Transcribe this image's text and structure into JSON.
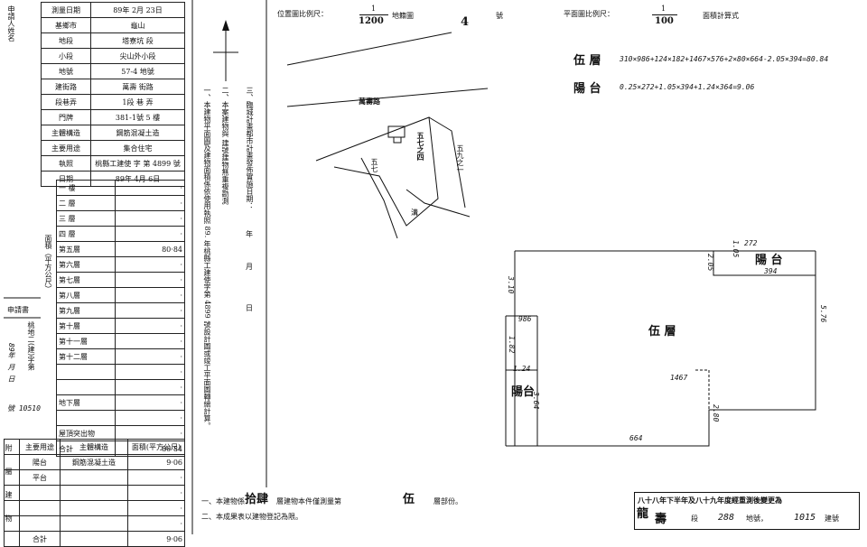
{
  "left_table": {
    "applicant_label": "申請人姓名",
    "rows": [
      {
        "label": "測量日期",
        "value": "89年 2月 23日"
      },
      {
        "label": "基鄉市",
        "value": "龜山"
      },
      {
        "label": "地段",
        "value": "塔寮坑 段"
      },
      {
        "label": "小段",
        "value": "尖山外小段"
      },
      {
        "label": "地號",
        "value": "57-4 地號"
      },
      {
        "label": "建街路",
        "value": "萬壽 街路"
      },
      {
        "label": "段巷弄",
        "value": "1段 巷 弄"
      },
      {
        "label": "門牌",
        "value": "381-1號 5 樓"
      },
      {
        "label": "主體構造",
        "value": "鋼筋混凝土造"
      },
      {
        "label": "主要用途",
        "value": "集合住宅"
      },
      {
        "label": "執照",
        "value": "桃縣工建使 字 第 4899 號"
      },
      {
        "label": "日期",
        "value": "89年 4月 6日"
      }
    ],
    "floors": [
      {
        "label": "一 樓",
        "value": "·"
      },
      {
        "label": "二 層",
        "value": "·"
      },
      {
        "label": "三 層",
        "value": "·"
      },
      {
        "label": "四 層",
        "value": "·"
      },
      {
        "label": "第五層",
        "value": "80·84"
      },
      {
        "label": "第六層",
        "value": "·"
      },
      {
        "label": "第七層",
        "value": "·"
      },
      {
        "label": "第八層",
        "value": "·"
      },
      {
        "label": "第九層",
        "value": "·"
      },
      {
        "label": "第十層",
        "value": "·"
      },
      {
        "label": "第十一層",
        "value": "·"
      },
      {
        "label": "第十二層",
        "value": "·"
      },
      {
        "label": "",
        "value": "·"
      },
      {
        "label": "",
        "value": "·"
      },
      {
        "label": "地下層",
        "value": "·"
      },
      {
        "label": "",
        "value": "·"
      },
      {
        "label": "屋頂突出物",
        "value": "·"
      },
      {
        "label": "合計",
        "value": "80·84"
      }
    ],
    "area_label": "面積（平方公尺）",
    "side_left_texts": [
      "申請書",
      "桃地二(建)字第",
      "89年 月 日",
      "號 10510"
    ],
    "appendage_header": [
      "主要用途",
      "主體構造",
      "面積(平方公尺)"
    ],
    "appendages": [
      {
        "use": "陽台",
        "structure": "鋼筋混凝土造",
        "area": "9·06"
      },
      {
        "use": "平台",
        "structure": "",
        "area": "·"
      },
      {
        "use": "",
        "structure": "",
        "area": "·"
      },
      {
        "use": "",
        "structure": "",
        "area": "·"
      },
      {
        "use": "",
        "structure": "",
        "area": "·"
      }
    ],
    "appendage_total_label": "合計",
    "appendage_total": "9·06",
    "side_label": "附屬建物"
  },
  "notes": {
    "note1": "一、本建物平面圖及建物面積係依使用執照 89. 年桃縣工建使字第 4899 號設計圖或竣工平面圖轉繪計算。",
    "note2": "二、本案建物與 建號建物無重複勘測",
    "note3": "三、臨城計畫都市計畫發佈實施日期：",
    "date_fields": [
      "年",
      "月",
      "日"
    ]
  },
  "header": {
    "location_scale_label": "位置圖比例尺：",
    "location_scale_num": "1",
    "location_scale_den": "1200",
    "map_sheet_label": "地籍圖",
    "map_sheet_no": "4",
    "map_sheet_suffix": "號",
    "plan_scale_label": "平面圖比例尺：",
    "plan_scale_num": "1",
    "plan_scale_den": "100",
    "area_calc_label": "面積計算式"
  },
  "calc": [
    {
      "label": "伍 層",
      "formula": "310×986+124×182+1467×576+2×80×664-2.05×394=80.84"
    },
    {
      "label": "陽 台",
      "formula": "0.25×272+1.05×394+1.24×364=9.06"
    }
  ],
  "map": {
    "road_label": "萬壽路",
    "lot_label": "五七之四",
    "lot2_label": "五九之一",
    "ditch_label": "溝",
    "small_label": "五七"
  },
  "plan": {
    "floor_label": "伍 層",
    "balcony_top_label": "陽 台",
    "balcony_left_label": "陽台",
    "dims": {
      "d272": "272",
      "d394": "394",
      "d205": "2.05",
      "d105": "1.05",
      "d310": "3.10",
      "d986": "986",
      "d182": "1.82",
      "d124": "1.24",
      "d364": "3.64",
      "d1467": "1467",
      "d576": "5.76",
      "d280": "2.80",
      "d664": "664"
    }
  },
  "footer": {
    "note1_prefix": "一、本建物係",
    "floors_total": "拾肆",
    "note1_mid": "層建物本件僅測量第",
    "floor_measured": "伍",
    "note1_suffix": "層部份。",
    "note2": "二、本成果表以建物登記為限。",
    "stamp_line1": "八十八年下半年及八十九年度經重測後變更為",
    "stamp_line2_a": "龍",
    "stamp_line2_b": "壽",
    "stamp_line2_c": "段",
    "stamp_lot": "288",
    "stamp_lot_suffix": "地號，",
    "stamp_bldg": "1015",
    "stamp_bldg_suffix": "建號"
  }
}
